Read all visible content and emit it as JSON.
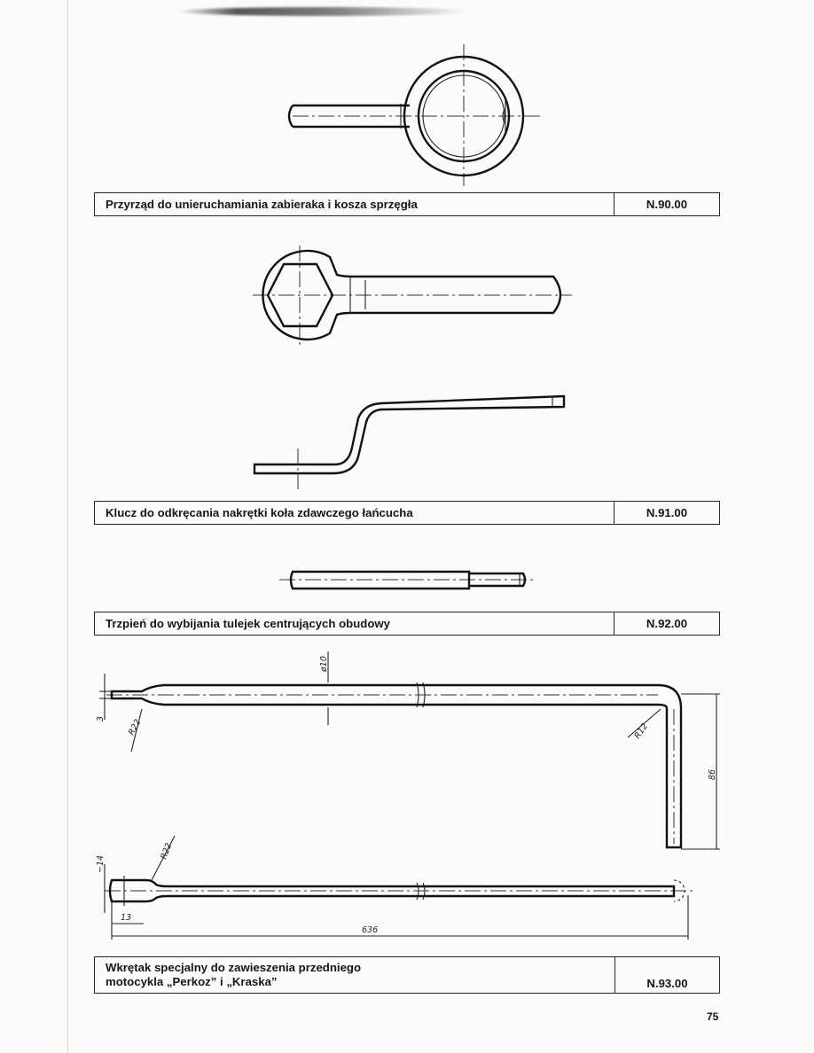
{
  "tools": [
    {
      "description": "Przyrząd do unieruchamiania zabieraka i kosza sprzęgła",
      "code": "N.90.00"
    },
    {
      "description": "Klucz do odkręcania nakrętki koła zdawczego łańcucha",
      "code": "N.91.00"
    },
    {
      "description": "Trzpień do wybijania tulejek centrujących obudowy",
      "code": "N.92.00"
    },
    {
      "description_lines": [
        "Wkrętak specjalny do zawieszenia przedniego",
        "motocykla „Perkoz” i „Kraska”"
      ],
      "code": "N.93.00"
    }
  ],
  "dimensions": {
    "d10": "ø10",
    "r22_top": "R22",
    "r12": "R12",
    "dim3": "3",
    "dim86": "86",
    "dim14": "~14",
    "r22_bottom": "R22",
    "dim13": "13",
    "dim636": "636"
  },
  "page_number": "75"
}
